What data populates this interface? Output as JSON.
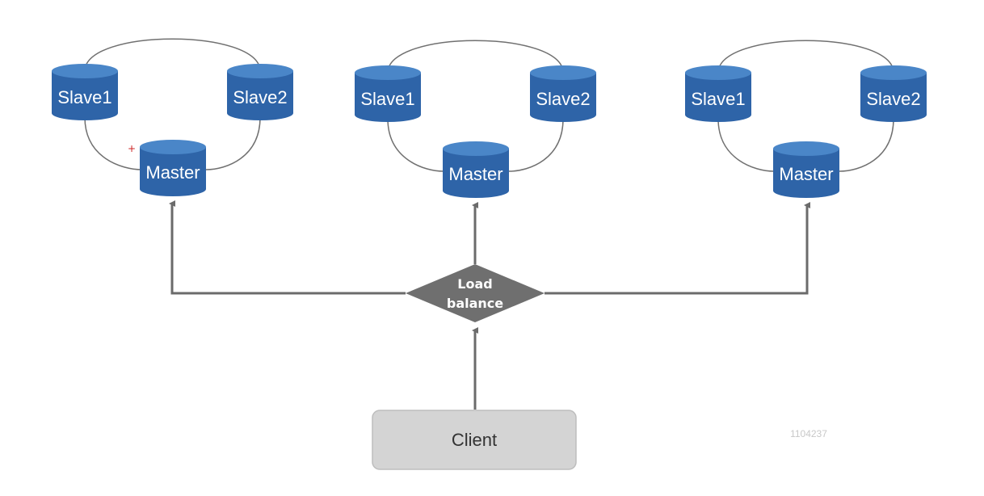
{
  "clusters": [
    {
      "slave1": "Slave1",
      "slave2": "Slave2",
      "master": "Master"
    },
    {
      "slave1": "Slave1",
      "slave2": "Slave2",
      "master": "Master"
    },
    {
      "slave1": "Slave1",
      "slave2": "Slave2",
      "master": "Master"
    }
  ],
  "load_balancer": {
    "line1": "Load",
    "line2": "balance"
  },
  "client": {
    "label": "Client"
  },
  "watermark": "1104237",
  "colors": {
    "db_top": "#3f7cc2",
    "db_body": "#2e64a8",
    "diamond": "#6f6f6f",
    "arrow": "#6b6b6b",
    "client_fill": "#d4d4d4",
    "client_border": "#bdbdbd",
    "connector": "#707070"
  }
}
